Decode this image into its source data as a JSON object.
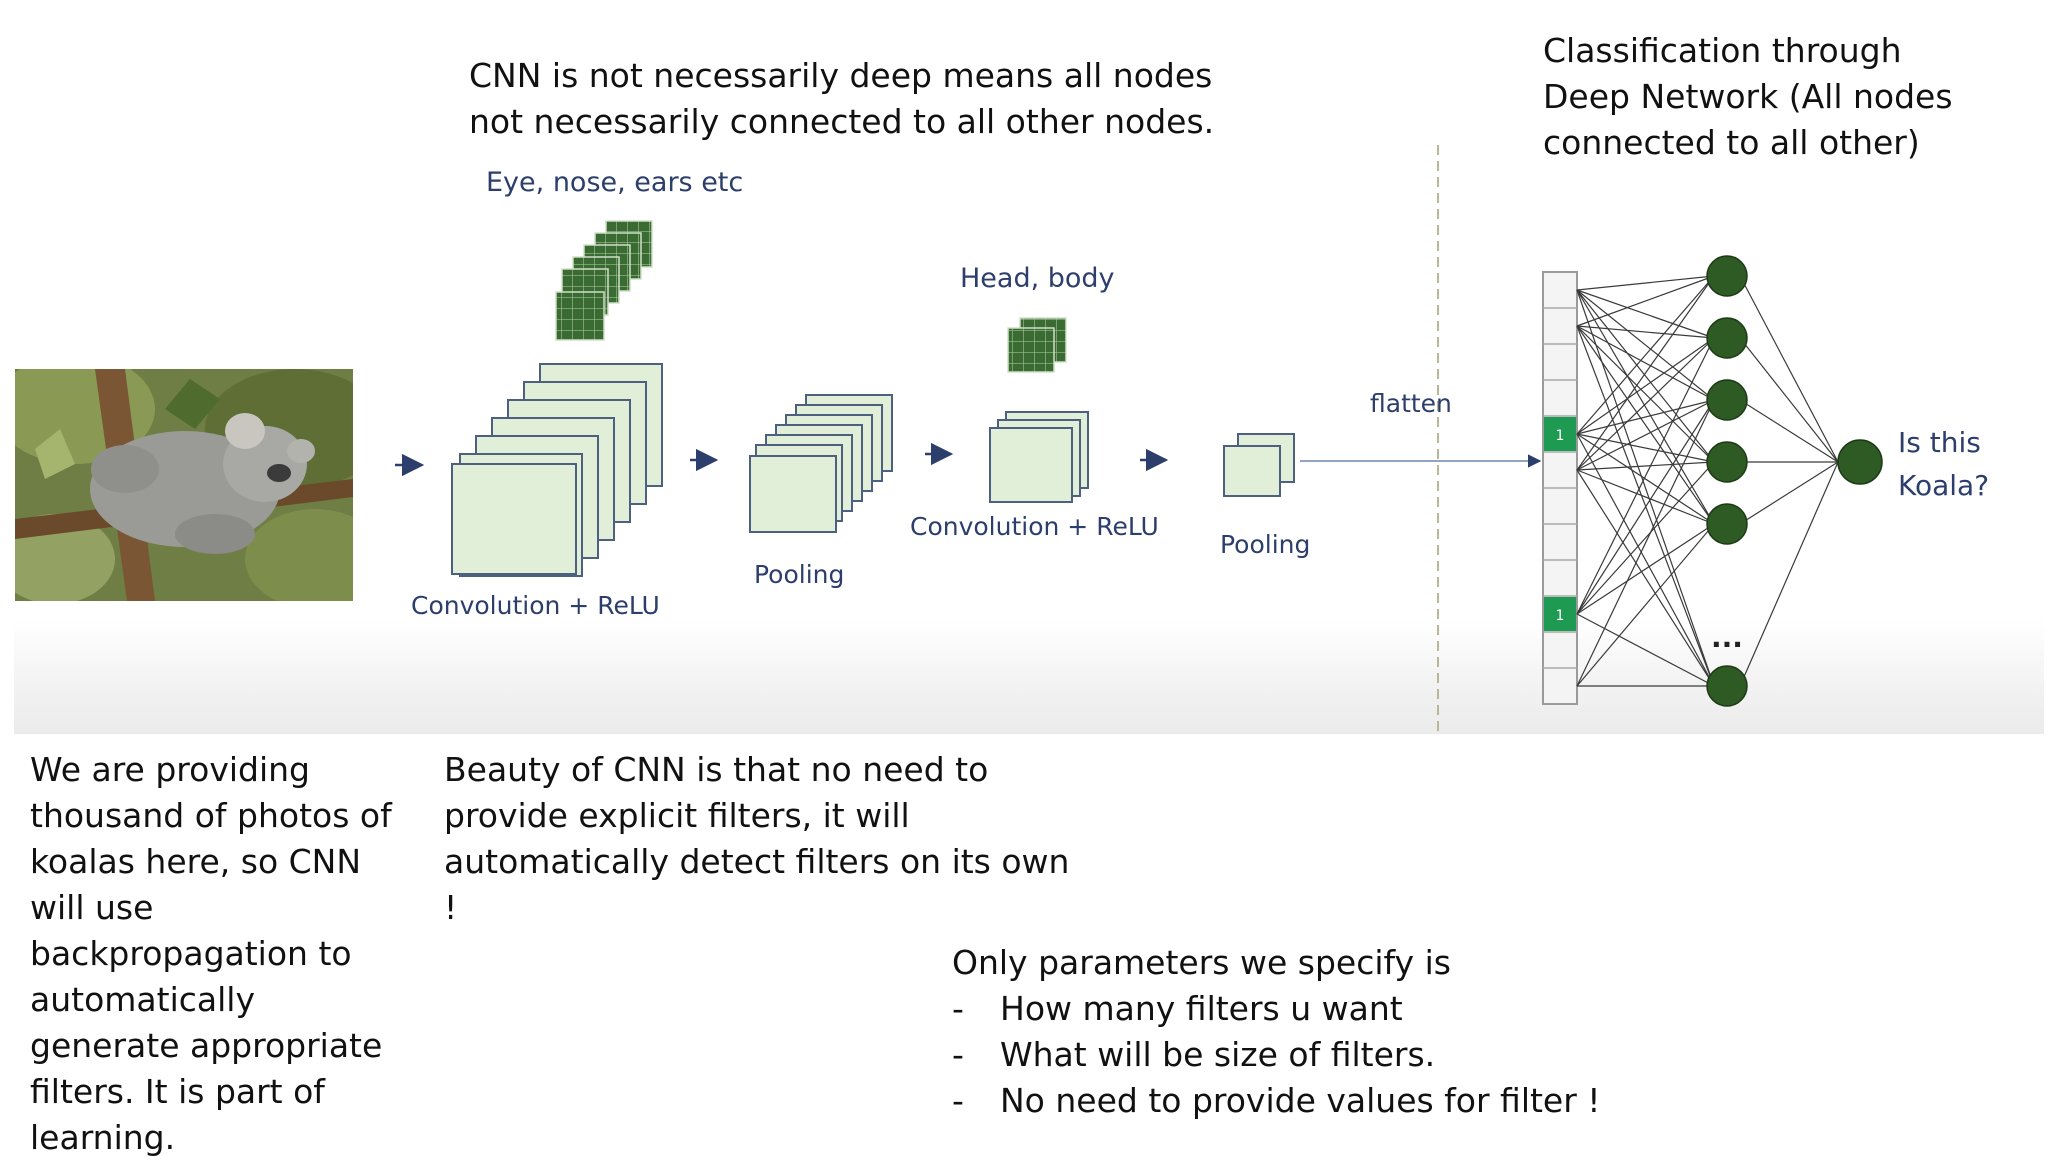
{
  "notes": {
    "top_center": "CNN is not necessarily deep means all nodes not necessarily connected to all other nodes.",
    "top_right": "Classification through Deep Network (All nodes connected to all other)",
    "bottom_left": "We are providing thousand of photos of koalas here, so CNN will use backpropagation to automatically generate appropriate filters. It is part of learning.",
    "bottom_middle": "Beauty of CNN is that no need to provide explicit filters, it will automatically detect filters on its own !",
    "bottom_right_title": "Only parameters we specify is",
    "bottom_right_items": [
      "How many filters u want",
      "What will be size of filters.",
      "No need to provide values for filter !"
    ],
    "bullet_glyph": "-"
  },
  "diagram": {
    "labels": {
      "eye_nose": "Eye, nose, ears etc",
      "head_body": "Head, body",
      "conv1": "Convolution + ReLU",
      "pool1": "Pooling",
      "conv2": "Convolution + ReLU",
      "pool2": "Pooling",
      "flatten": "flatten",
      "output": [
        "Is this",
        "Koala?"
      ],
      "ellipsis": "...",
      "flat_active_value": "1"
    },
    "colors": {
      "feature_map_fill": "#e2efd8",
      "feature_map_stroke": "#4d6080",
      "filter_fill": "#3a6b32",
      "node_fill": "#2e5a24",
      "active_cell": "#1e9a52",
      "arrow": "#2c3e6b",
      "label_text": "#2c3e6b"
    }
  }
}
